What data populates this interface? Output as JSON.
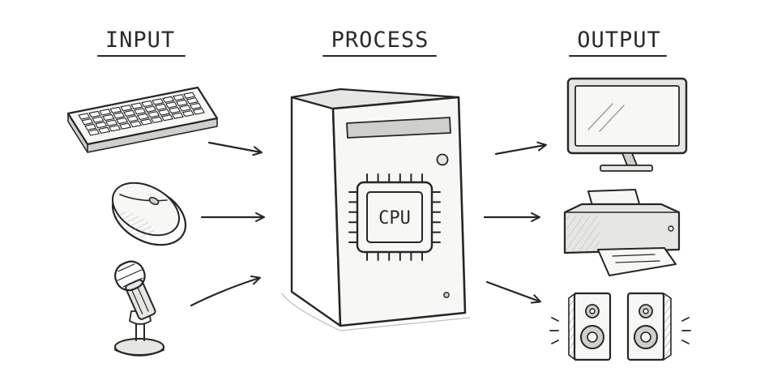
{
  "headings": {
    "input": "INPUT",
    "process": "PROCESS",
    "output": "OUTPUT"
  },
  "processor": {
    "chip_label": "CPU"
  },
  "icons": {
    "input": [
      "keyboard-icon",
      "mouse-icon",
      "microphone-icon"
    ],
    "process": [
      "computer-tower-icon",
      "cpu-chip-icon"
    ],
    "output": [
      "monitor-icon",
      "printer-icon",
      "speakers-icon"
    ]
  },
  "colors": {
    "ink": "#262626",
    "paper": "#ffffff",
    "shade": "#cfcfcb"
  }
}
